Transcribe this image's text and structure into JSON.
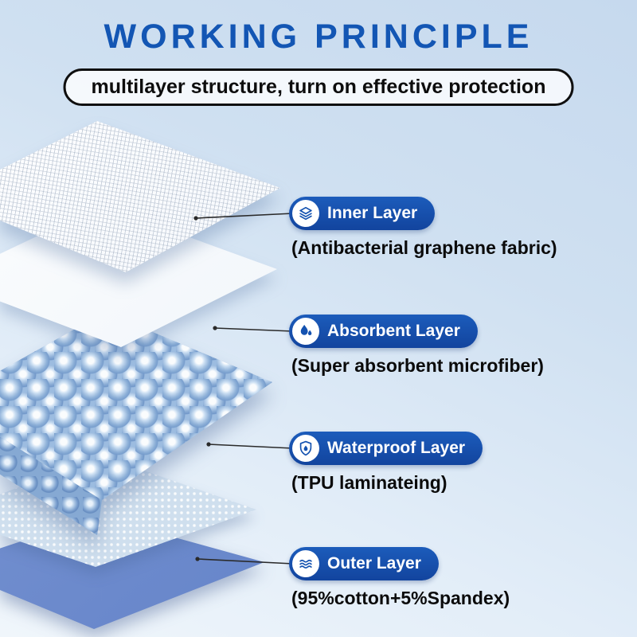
{
  "header": {
    "title": "WORKING PRINCIPLE",
    "subtitle": "multilayer structure, turn on effective protection"
  },
  "colors": {
    "title_blue": "#1356b4",
    "badge_blue": "#1850af",
    "text_dark": "#0b0b0b",
    "background_top": "#c6d9ee",
    "background_bottom": "#f0f6fb"
  },
  "layers": [
    {
      "icon": "stacked-layers-icon",
      "label": "Inner Layer",
      "description": "(Antibacterial graphene fabric)"
    },
    {
      "icon": "water-drops-icon",
      "label": "Absorbent Layer",
      "description": "(Super absorbent microfiber)"
    },
    {
      "icon": "shield-droplet-icon",
      "label": "Waterproof Layer",
      "description": "(TPU laminateing)"
    },
    {
      "icon": "breathable-fabric-icon",
      "label": "Outer Layer",
      "description": "(95%cotton+5%Spandex)"
    }
  ],
  "illustration": {
    "layer_names": [
      "inner-mesh-sheet",
      "white-sheet",
      "absorbent-bubble-layer",
      "textured-layer",
      "outer-blue-sheet"
    ]
  }
}
